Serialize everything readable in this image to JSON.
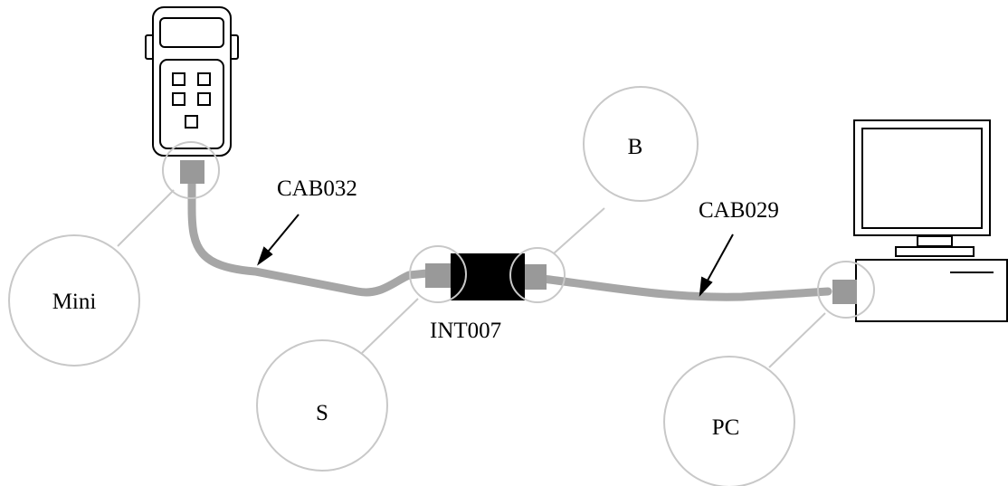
{
  "labels": {
    "mini": "Mini",
    "s": "S",
    "b": "B",
    "pc": "PC",
    "cable_left": "CAB032",
    "cable_right": "CAB029",
    "interface": "INT007"
  },
  "colors": {
    "cable": "#a6a6a6",
    "connector": "#999999",
    "callout_circle": "#c8c8c8",
    "interface_body": "#000000",
    "outline": "#000000"
  }
}
